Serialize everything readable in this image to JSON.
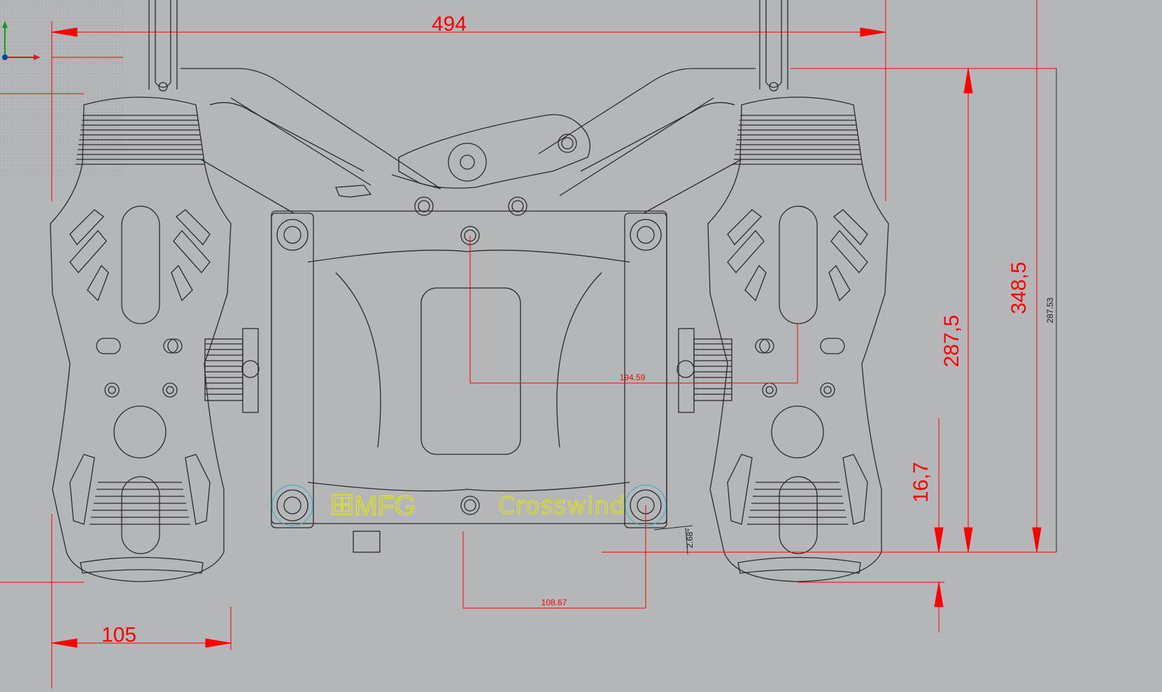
{
  "colors": {
    "background": "#b5b6b9",
    "geometry": "#2a2a2a",
    "dimension": "#ff0000",
    "logo": "#e6e600",
    "circles": "#3fb4c6",
    "grid": "#9fa2a6"
  },
  "dimensions": {
    "width_overall": "494",
    "pedal_width": "105",
    "height_total": "348,5",
    "height_pedal": "287,5",
    "offset_bottom": "16,7",
    "pivot_to_pad": "194.59",
    "bottom_span": "108.67",
    "small_vertical": "287.53",
    "angle": "2.68°"
  },
  "logo": {
    "brand": "MFG",
    "product": "Crosswind"
  },
  "icons": {
    "axis": "axis-gizmo-icon"
  }
}
